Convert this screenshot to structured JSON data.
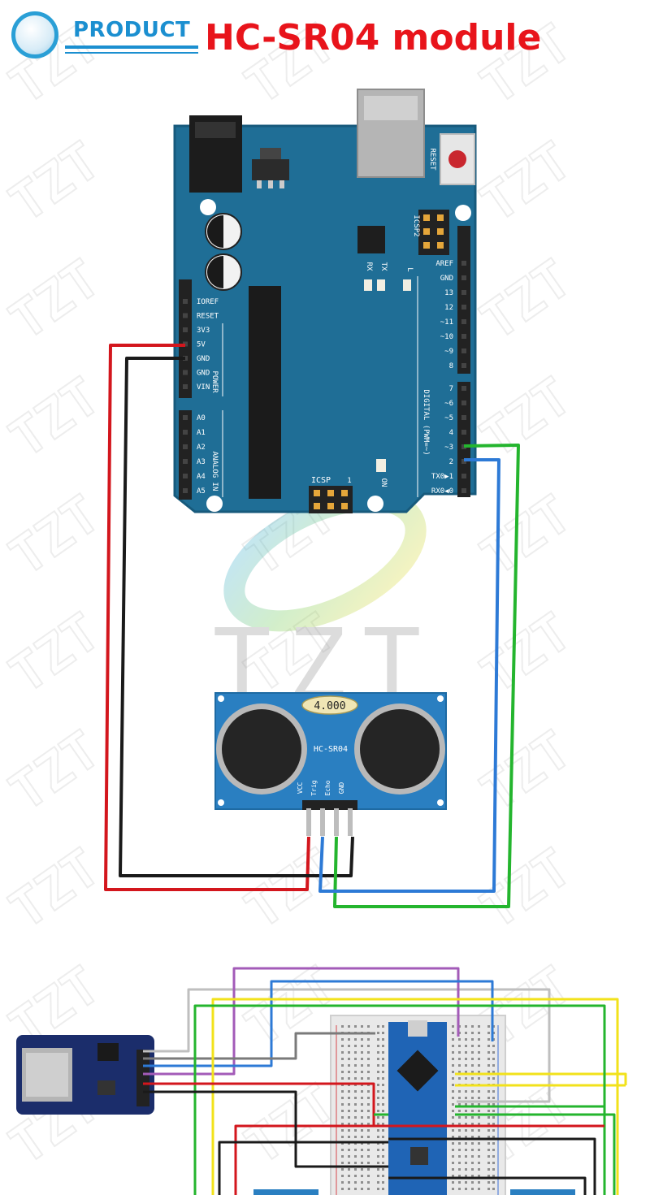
{
  "header": {
    "badge_label": "PRODUCT",
    "title": "HC-SR04 module"
  },
  "watermark": {
    "text": "TZT"
  },
  "arduino": {
    "reset_label": "RESET",
    "icsp2_label": "ICSP2",
    "tx_label": "TX",
    "rx_label": "RX",
    "l_label": "L",
    "icsp_label": "ICSP",
    "on_label": "ON",
    "one_label": "1",
    "power_pins": [
      "IOREF",
      "RESET",
      "3V3",
      "5V",
      "GND",
      "GND",
      "VIN"
    ],
    "power_group_label": "POWER",
    "analog_pins": [
      "A0",
      "A1",
      "A2",
      "A3",
      "A4",
      "A5"
    ],
    "analog_group_label": "ANALOG IN",
    "digital_top_pins": [
      "AREF",
      "GND",
      "13",
      "12",
      "~11",
      "~10",
      "~9",
      "8"
    ],
    "digital_bottom_pins": [
      "7",
      "~6",
      "~5",
      "4",
      "~3",
      "2",
      "TX0▶1",
      "RX0◀0"
    ],
    "digital_group_label": "DIGITAL (PWM=~)"
  },
  "sensor": {
    "crystal_label": "4.000",
    "model_label": "HC-SR04",
    "pins": [
      "VCC",
      "Trig",
      "Echo",
      "GND"
    ]
  },
  "colors": {
    "board": "#1f6e96",
    "board_edge": "#175a7c",
    "sensor_board": "#2a7fc1",
    "wire_red": "#d3161d",
    "wire_black": "#1a1a1a",
    "wire_blue": "#2d7ad6",
    "wire_green": "#24b52e",
    "wire_yellow": "#f2e21a",
    "wire_purple": "#a35bb8",
    "wire_gray": "#bfbfbf",
    "title_red": "#e8141b",
    "brand_blue": "#1b8fd0"
  }
}
